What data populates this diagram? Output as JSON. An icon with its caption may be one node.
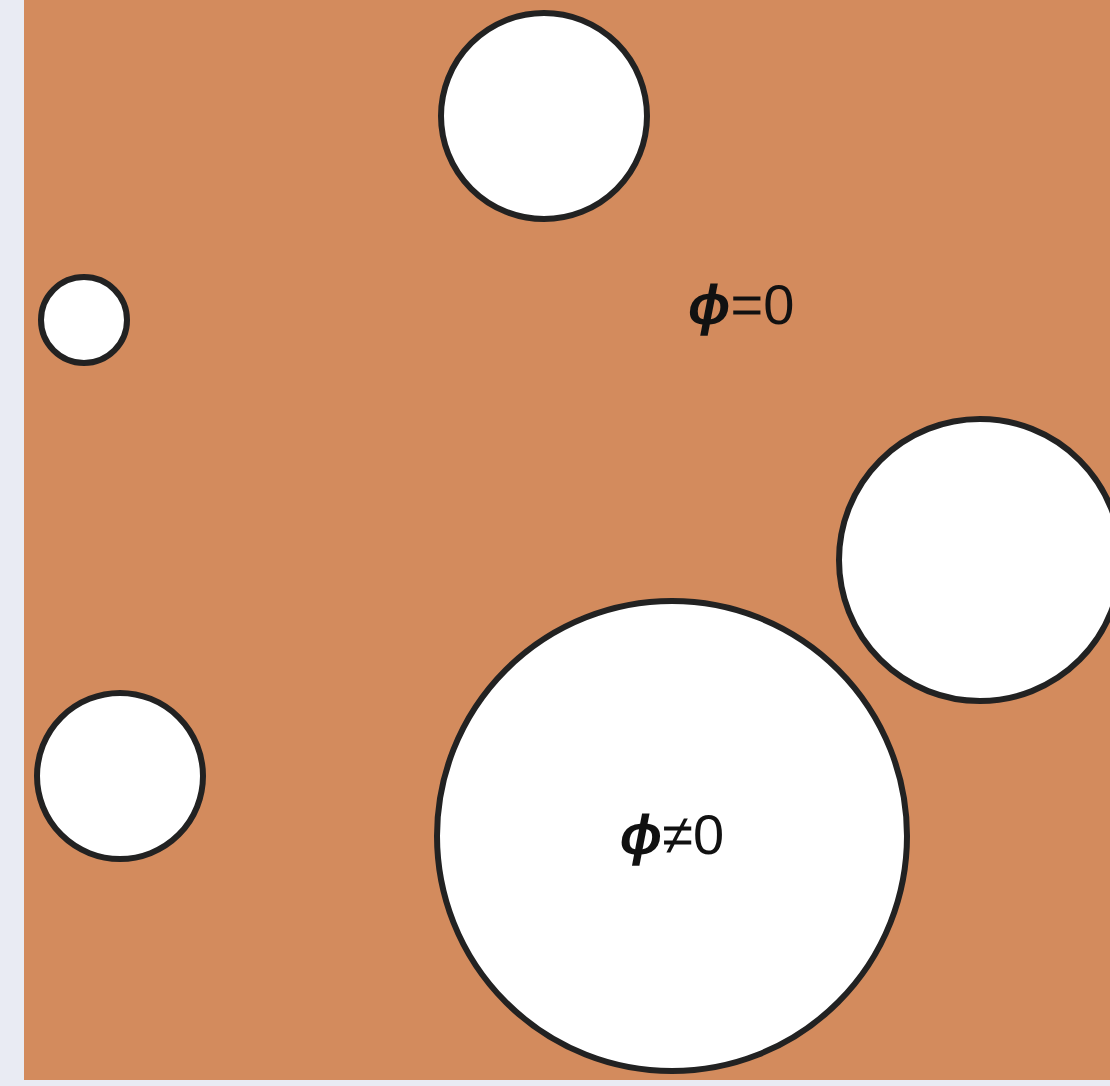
{
  "diagram": {
    "nodes": [
      {
        "text": [
          "**ϕ**=0"
        ]
      },
      {
        "text": [],
        "shape": "circle",
        "in": 0
      },
      {
        "text": [],
        "shape": "circle",
        "in": 0
      },
      {
        "text": [],
        "shape": "circle",
        "in": 0
      },
      {
        "text": [],
        "shape": "circle",
        "in": 0
      },
      {
        "text": [
          "**ϕ**≠0"
        ],
        "in": 0
      }
    ],
    "edges": []
  }
}
